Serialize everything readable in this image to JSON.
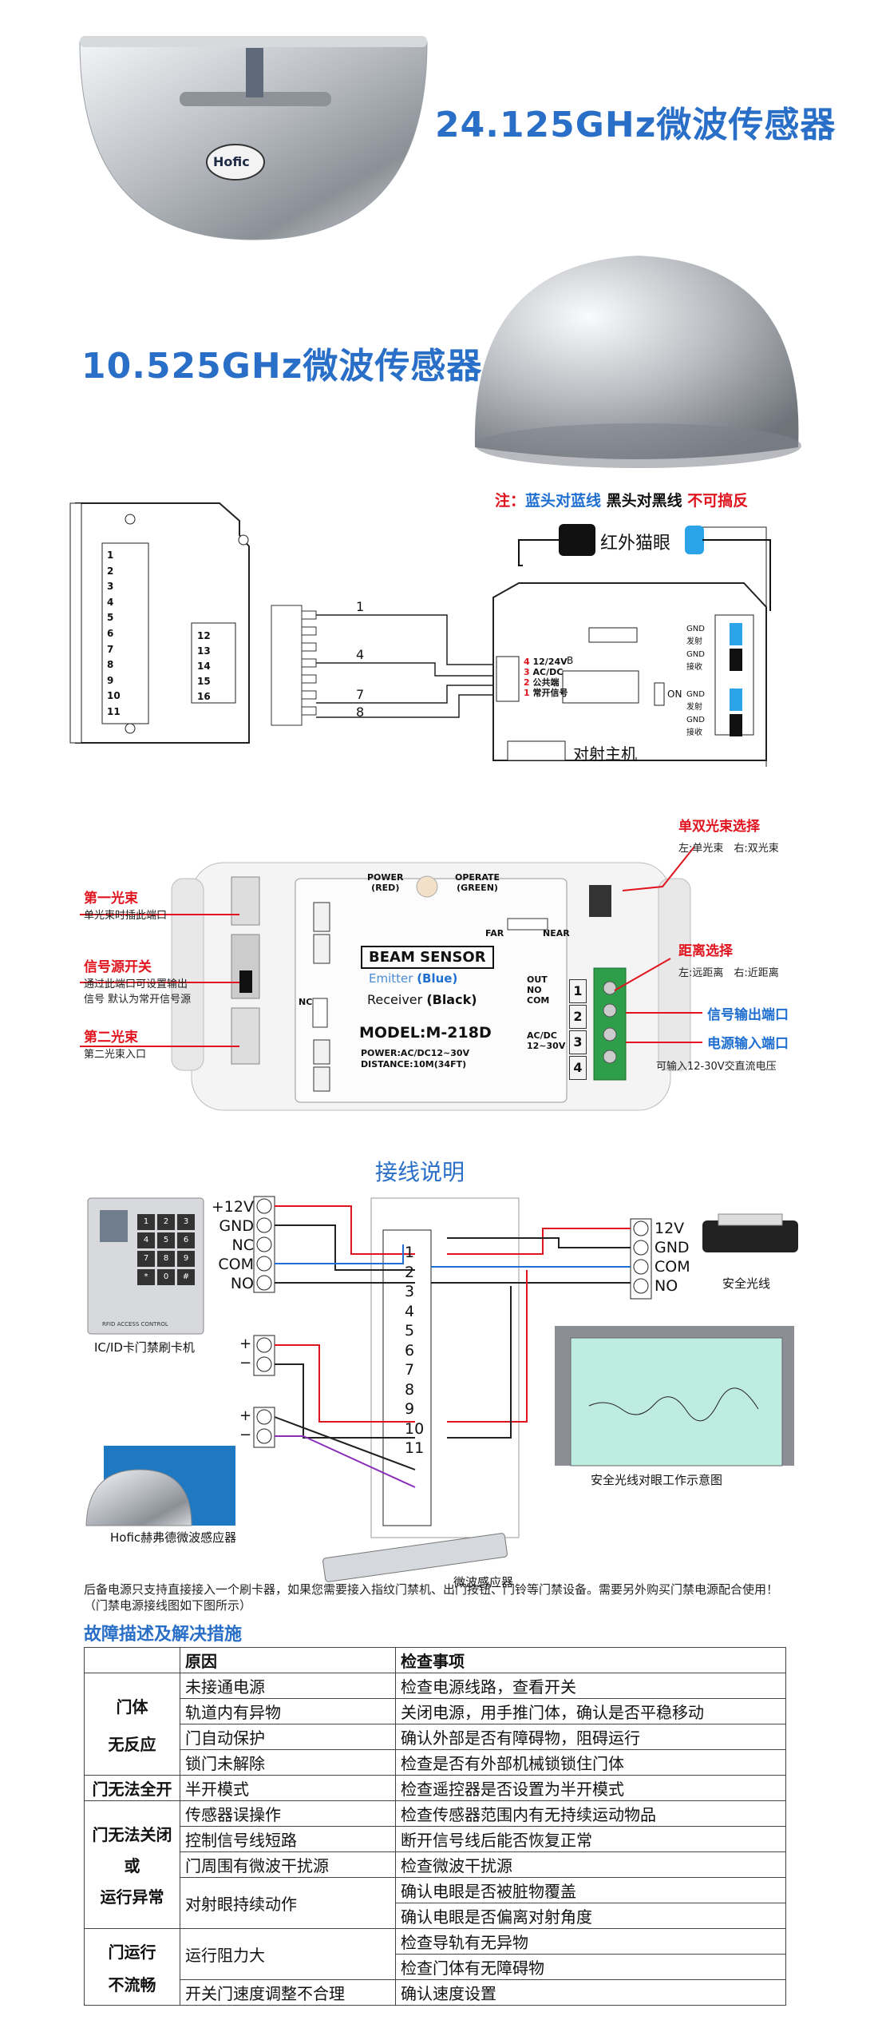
{
  "sensor1": {
    "title": "24.125GHz微波传感器",
    "logo": "Hofic"
  },
  "sensor2": {
    "title": "10.525GHz微波传感器"
  },
  "diagram1": {
    "note_prefix": "注：",
    "note_blue": "蓝头对蓝线",
    "note_black": "黑头对黑线",
    "note_red": "不可搞反",
    "catseye": "红外猫眼",
    "terminals_left": [
      "1",
      "2",
      "3",
      "4",
      "5",
      "6",
      "7",
      "8",
      "9",
      "10",
      "11"
    ],
    "terminals_mid": [
      "12",
      "13",
      "14",
      "15",
      "16"
    ],
    "wire_numbers": [
      "1",
      "4",
      "7",
      "8"
    ],
    "host_terms": [
      "12/24V",
      "AC/DC",
      "公共端",
      "常开信号"
    ],
    "host_term_nums": [
      "4",
      "3",
      "2",
      "1"
    ],
    "host_label": "对射主机",
    "right_terms": [
      "GND",
      "发射",
      "GND",
      "接收",
      "GND",
      "发射",
      "GND",
      "接收"
    ],
    "switch_on": "ON",
    "switch_b": "B"
  },
  "beam": {
    "power": "POWER",
    "power_color": "(RED)",
    "operate": "OPERATE",
    "operate_color": "(GREEN)",
    "title": "BEAM SENSOR",
    "emitter": "Emitter",
    "emitter_color": "(Blue)",
    "receiver": "Receiver",
    "receiver_color": "(Black)",
    "model": "MODEL:M-218D",
    "power_spec": "POWER:AC/DC12~30V",
    "distance": "DISTANCE:10M(34FT)",
    "far": "FAR",
    "near": "NEAR",
    "out": "OUT",
    "no": "NO",
    "com": "COM",
    "acdc": "AC/DC",
    "v": "12~30V",
    "nc": "NC",
    "terms": [
      "1",
      "2",
      "3",
      "4"
    ],
    "left_annotations": [
      {
        "title": "第一光束",
        "desc": "单光束时插此端口"
      },
      {
        "title": "信号源开关",
        "desc": "通过此端口可设置输出信号 默认为常开信号源"
      },
      {
        "title": "第二光束",
        "desc": "第二光束入口"
      }
    ],
    "right_annotations": {
      "beam_select": "单双光束选择",
      "beam_select_desc_left": "左:单光束",
      "beam_select_desc_right": "右:双光束",
      "distance_select": "距离选择",
      "distance_select_desc_left": "左:远距离",
      "distance_select_desc_right": "右:近距离",
      "signal_out": "信号输出端口",
      "power_in": "电源输入端口",
      "power_in_desc": "可输入12-30V交直流电压"
    }
  },
  "wiring": {
    "title": "接线说明",
    "left_labels": [
      "+12V",
      "GND",
      "NC",
      "COM",
      "NO"
    ],
    "right_labels": [
      "12V",
      "GND",
      "COM",
      "NO"
    ],
    "plus": "+",
    "minus": "−",
    "block_terms": [
      "1",
      "2",
      "3",
      "4",
      "5",
      "6",
      "7",
      "8",
      "9",
      "10",
      "11"
    ],
    "card_reader": "IC/ID卡门禁刷卡机",
    "safety_beam": "安全光线",
    "door_diagram": "安全光线对眼工作示意图",
    "hofic_sensor": "Hofic赫弗德微波感应器",
    "microwave": "微波感应器",
    "keypad_keys": [
      "1",
      "2",
      "3",
      "4",
      "5",
      "6",
      "7",
      "8",
      "9",
      "*",
      "0",
      "#"
    ],
    "keypad_footer": "RFID ACCESS CONTROL",
    "note": "后备电源只支持直接接入一个刷卡器，如果您需要接入指纹门禁机、出门按钮、门铃等门禁设备。需要另外购买门禁电源配合使用！（门禁电源接线图如下图所示）"
  },
  "faults": {
    "heading": "故障描述及解决措施",
    "col_cause": "原因",
    "col_check": "检查事项",
    "groups": [
      {
        "category_lines": [
          "门体",
          "无反应"
        ],
        "rows": [
          {
            "cause": "未接通电源",
            "check": [
              "检查电源线路，查看开关"
            ]
          },
          {
            "cause": "轨道内有异物",
            "check": [
              "关闭电源，用手推门体，确认是否平稳移动"
            ]
          },
          {
            "cause": "门自动保护",
            "check": [
              "确认外部是否有障碍物，阻碍运行"
            ]
          },
          {
            "cause": "锁门未解除",
            "check": [
              "检查是否有外部机械锁锁住门体"
            ]
          }
        ]
      },
      {
        "category_lines": [
          "门无法全开"
        ],
        "rows": [
          {
            "cause": "半开模式",
            "check": [
              "检查遥控器是否设置为半开模式"
            ]
          }
        ]
      },
      {
        "category_lines": [
          "门无法关闭",
          "或",
          "运行异常"
        ],
        "rows": [
          {
            "cause": "传感器误操作",
            "check": [
              "检查传感器范围内有无持续运动物品"
            ]
          },
          {
            "cause": "控制信号线短路",
            "check": [
              "断开信号线后能否恢复正常"
            ]
          },
          {
            "cause": "门周围有微波干扰源",
            "check": [
              "检查微波干扰源"
            ]
          },
          {
            "cause": "对射眼持续动作",
            "check": [
              "确认电眼是否被脏物覆盖",
              "确认电眼是否偏离对射角度"
            ]
          }
        ]
      },
      {
        "category_lines": [
          "门运行",
          "不流畅"
        ],
        "rows": [
          {
            "cause": "运行阻力大",
            "check": [
              "检查导轨有无异物",
              "检查门体有无障碍物"
            ]
          },
          {
            "cause": "开关门速度调整不合理",
            "check": [
              "确认速度设置"
            ]
          }
        ]
      }
    ]
  },
  "colors": {
    "accent_blue": "#2a6fc7",
    "warn_red": "#e0141e",
    "wire_blue": "#1f6fd1"
  }
}
